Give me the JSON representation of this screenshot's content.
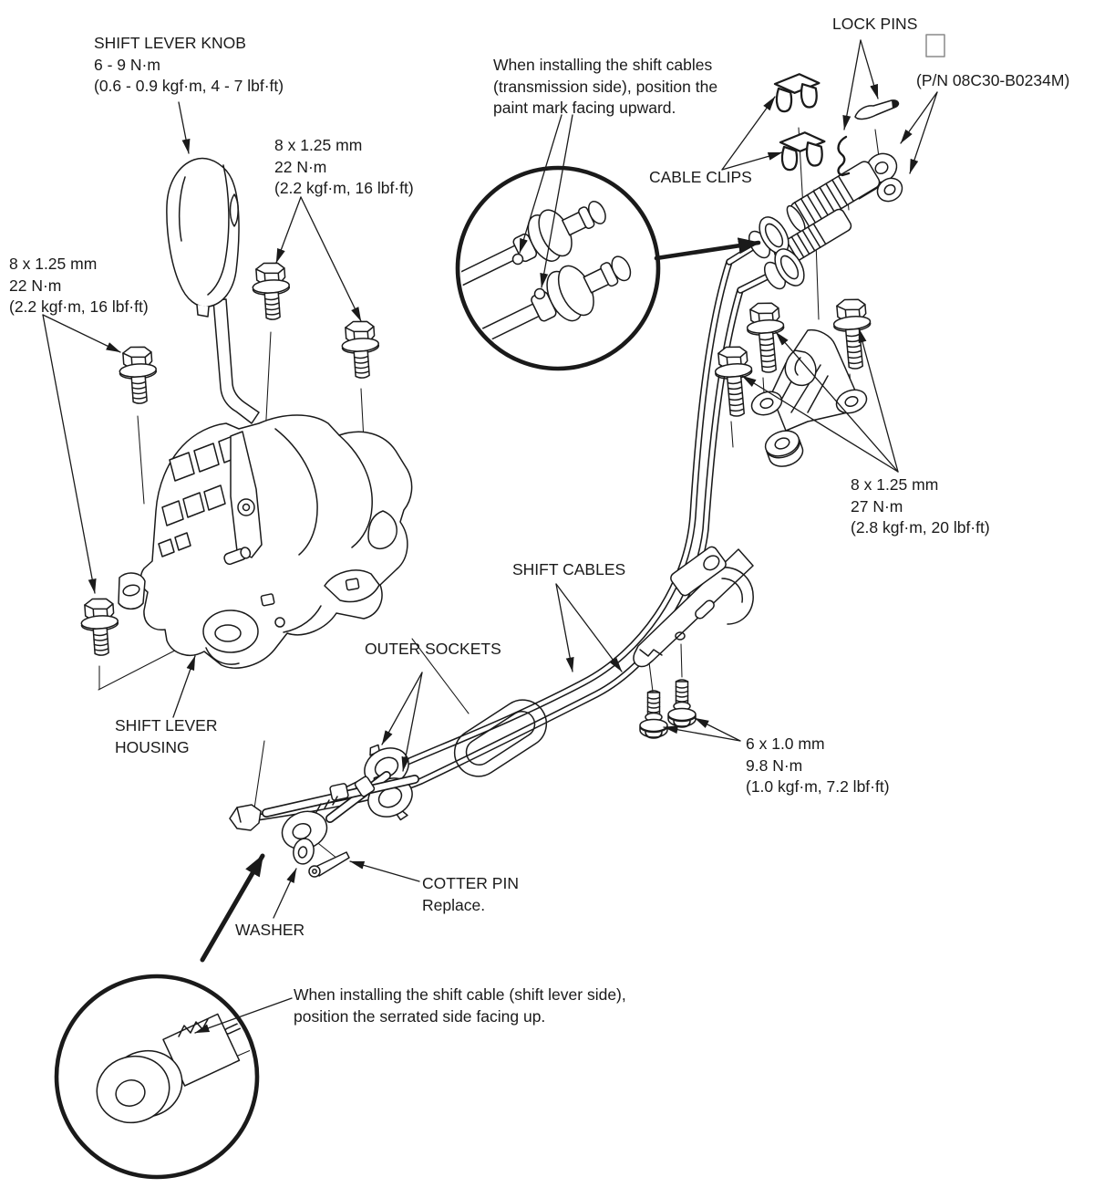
{
  "figure": {
    "type": "exploded-parts-diagram",
    "subject": "Manual transmission shift lever and shift cable installation"
  },
  "colors": {
    "line": "#1a1a1a",
    "background": "#ffffff"
  },
  "labels": {
    "shift_lever_knob": {
      "lines": [
        "SHIFT LEVER KNOB",
        "6 - 9 N·m",
        "(0.6 - 0.9 kgf·m, 4 - 7 lbf·ft)"
      ]
    },
    "bolt_8x125_22_top": {
      "lines": [
        "8 x 1.25 mm",
        "22 N·m",
        "(2.2 kgf·m, 16 lbf·ft)"
      ]
    },
    "bolt_8x125_22_left": {
      "lines": [
        "8 x 1.25 mm",
        "22 N·m",
        "(2.2 kgf·m, 16 lbf·ft)"
      ]
    },
    "note_transmission_side": {
      "lines": [
        "When installing the shift cables",
        "(transmission side), position the",
        "paint mark facing upward."
      ]
    },
    "lock_pins": {
      "lines": [
        "LOCK PINS"
      ]
    },
    "part_number": {
      "lines": [
        "(P/N 08C30-B0234M)"
      ]
    },
    "cable_clips": {
      "lines": [
        "CABLE CLIPS"
      ]
    },
    "bolt_8x125_27": {
      "lines": [
        "8 x 1.25 mm",
        "27 N·m",
        "(2.8 kgf·m, 20 lbf·ft)"
      ]
    },
    "shift_cables": {
      "lines": [
        "SHIFT CABLES"
      ]
    },
    "outer_sockets": {
      "lines": [
        "OUTER SOCKETS"
      ]
    },
    "bolt_6x10": {
      "lines": [
        "6 x 1.0 mm",
        "9.8 N·m",
        "(1.0 kgf·m, 7.2 lbf·ft)"
      ]
    },
    "shift_lever_housing": {
      "lines": [
        "SHIFT LEVER",
        "HOUSING"
      ]
    },
    "cotter_pin": {
      "lines": [
        "COTTER PIN",
        "Replace."
      ]
    },
    "washer": {
      "lines": [
        "WASHER"
      ]
    },
    "note_shift_lever_side": {
      "lines": [
        "When installing the shift cable (shift lever side),",
        "position the serrated side facing up."
      ]
    }
  }
}
